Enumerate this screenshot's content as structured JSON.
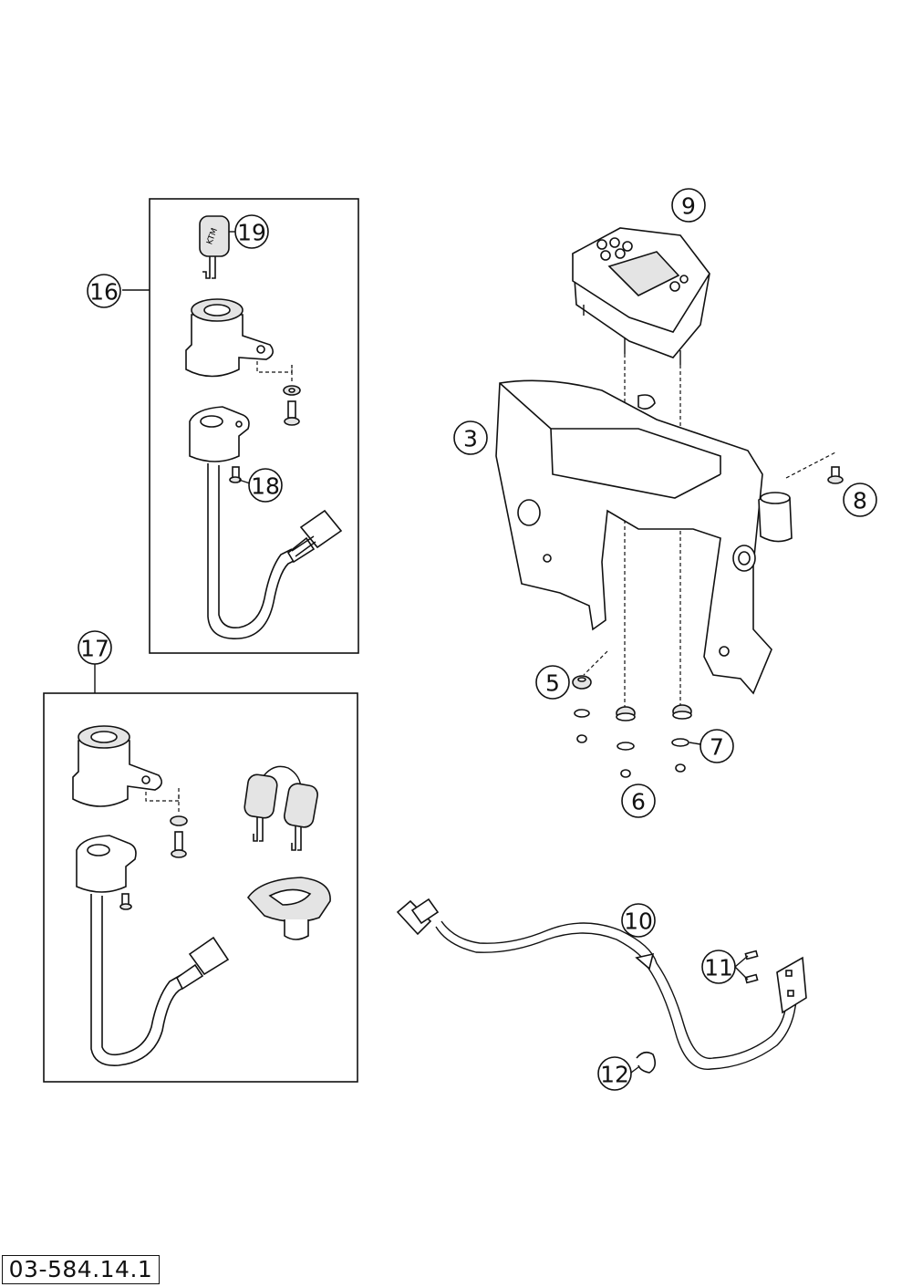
{
  "document_code": "03-584.14.1",
  "callouts": {
    "c3": "3",
    "c5": "5",
    "c6": "6",
    "c7": "7",
    "c8": "8",
    "c9": "9",
    "c10": "10",
    "c11": "11",
    "c12": "12",
    "c16": "16",
    "c17": "17",
    "c18": "18",
    "c19": "19"
  },
  "key_logo_text": "KTM"
}
